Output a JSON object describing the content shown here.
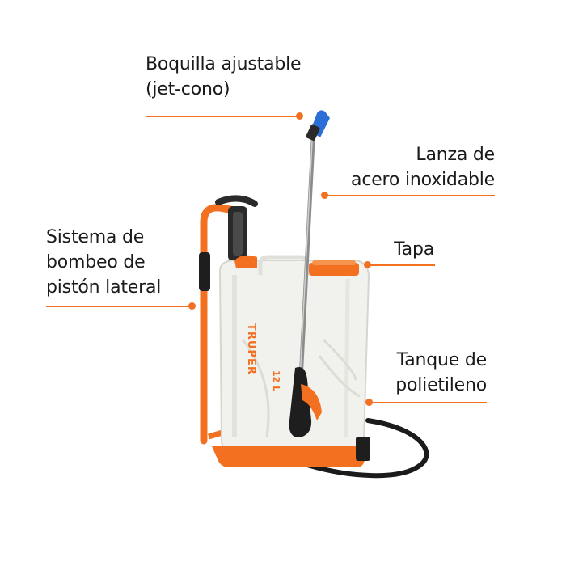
{
  "accent_color": "#f37021",
  "callouts": {
    "nozzle": {
      "lines": [
        "Boquilla ajustable",
        "(jet-cono)"
      ]
    },
    "lance": {
      "lines": [
        "Lanza de",
        "acero inoxidable"
      ]
    },
    "pump": {
      "lines": [
        "Sistema de",
        "bombeo de",
        "pistón lateral"
      ]
    },
    "lid": {
      "lines": [
        "Tapa"
      ]
    },
    "tank": {
      "lines": [
        "Tanque de",
        "polietileno"
      ]
    }
  },
  "product": {
    "brand": "TRUPER",
    "capacity": "12 L"
  }
}
